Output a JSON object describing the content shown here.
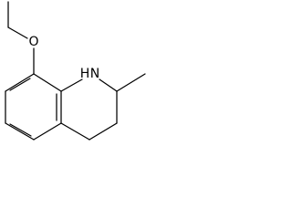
{
  "molecule": {
    "atoms": {
      "oxygen": "O",
      "nitrogen": "N",
      "hydrogen": "H"
    }
  }
}
